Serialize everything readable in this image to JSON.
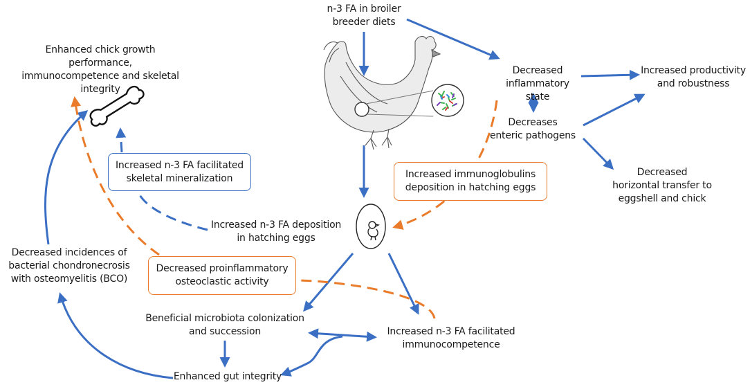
{
  "colors": {
    "blue": "#3b6fc4",
    "orange": "#e97b2a",
    "text": "#1a1a1a"
  },
  "icons": [
    "hen-illustration",
    "microbiota-circle",
    "egg-with-chick",
    "bone-icon"
  ],
  "nodes": {
    "diet": "n-3 FA in broiler\nbreeder diets",
    "growth": "Enhanced  chick growth\nperformance,\nimmunocompetence and skeletal\nintegrity",
    "inflammatory": "Decreased\ninflammatory state",
    "productivity": "Increased productivity\nand robustness",
    "pathogens": "Decreases\nenteric  pathogens",
    "horizontal": "Decreased\nhorizontal  transfer to\neggshell and chick",
    "deposition": "Increased n-3 FA deposition\nin hatching eggs",
    "bco": "Decreased incidences of\nbacterial chondronecrosis\nwith osteomyelitis (BCO)",
    "microbiota": "Beneficial microbiota colonization\nand succession",
    "immuno": "Increased n-3 FA facilitated\nimmunocompetence",
    "gut": "Enhanced gut integrity"
  },
  "boxes": {
    "skeletal": "Increased n-3 FA facilitated\nskeletal mineralization",
    "immunoglobulins": "Increased immunoglobulins\ndeposition in hatching eggs",
    "osteoclastic": "Decreased proinflammatory\nosteoclastic activity"
  }
}
